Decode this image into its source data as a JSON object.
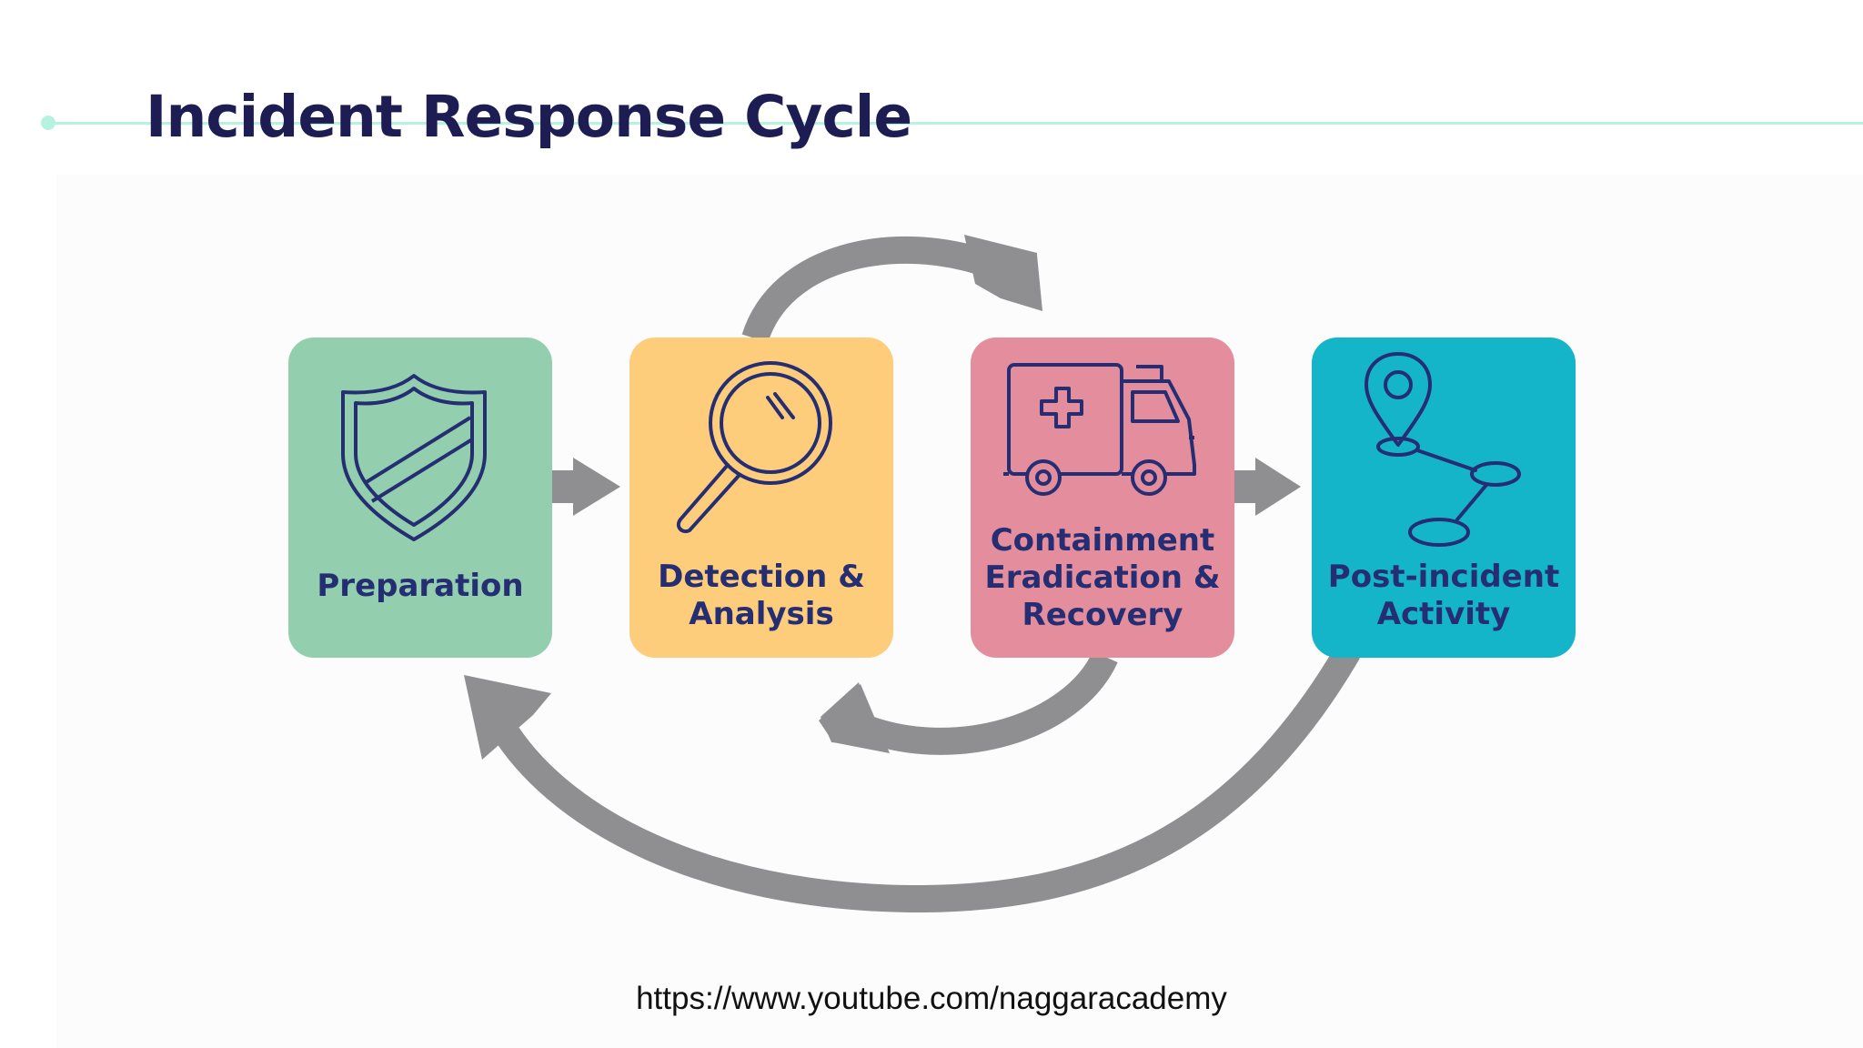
{
  "slide": {
    "title": "Incident Response Cycle",
    "footer_url": "https://www.youtube.com/naggaracademy"
  },
  "phases": [
    {
      "lines": [
        "Preparation"
      ],
      "color": "#93cfae",
      "icon": "shield-icon"
    },
    {
      "lines": [
        "Detection &",
        "Analysis"
      ],
      "color": "#fdcd7b",
      "icon": "magnifying-glass-icon"
    },
    {
      "lines": [
        "Containment",
        "Eradication &",
        "Recovery"
      ],
      "color": "#e48d9c",
      "icon": "ambulance-icon"
    },
    {
      "lines": [
        "Post-incident",
        "Activity"
      ],
      "color": "#14b5c8",
      "icon": "route-pin-icon"
    }
  ],
  "colors": {
    "title": "#1d1d54",
    "label": "#262e73",
    "arrow": "#8f8f92",
    "accent_line": "#b6f2e0"
  }
}
